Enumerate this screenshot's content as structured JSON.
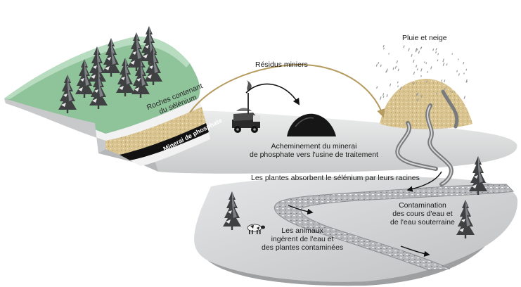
{
  "labels": {
    "rain_snow": "Pluie et neige",
    "mine_residues": "Résidus miniers",
    "rocks_selenium": [
      "Roches contenant",
      "du sélénium"
    ],
    "phosphate_ore": "Minerai de phosphate",
    "transport": [
      "Acheminement du minerai",
      "de phosphate vers l'usine de traitement"
    ],
    "plants_absorb": "Les plantes absorbent le sélénium par leurs racines",
    "water_contamination": [
      "Contamination",
      "des cours d'eau et",
      "de l'eau souterraine"
    ],
    "animals": [
      "Les animaux",
      "ingèrent de l'eau et",
      "des plantes contaminées"
    ]
  },
  "colors": {
    "grass": "#8fc39a",
    "rock_layer": "#d9c38f",
    "ore_layer": "#111111",
    "ground": "#d9dadb",
    "water": "#a9abae",
    "arrow": "#111111",
    "residue_arrow": "#c7b27a"
  },
  "icons": [
    "conifer-tree-icon",
    "mining-truck-icon",
    "cow-icon",
    "ore-pile-icon",
    "residue-pile-icon"
  ]
}
